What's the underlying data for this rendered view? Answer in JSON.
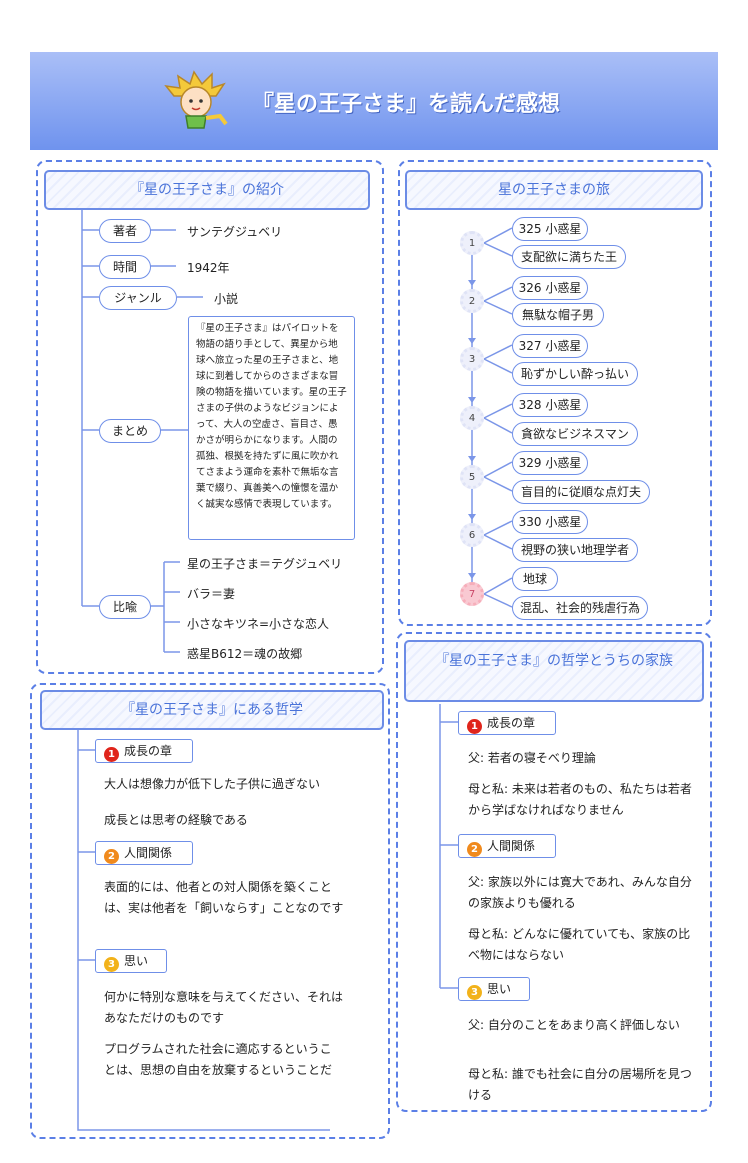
{
  "header": {
    "title": "『星の王子さま』を読んだ感想",
    "mascot": "little-prince-mascot"
  },
  "intro": {
    "title": "『星の王子さま』の紹介",
    "author": {
      "label": "著者",
      "value": "サンテグジュベリ"
    },
    "time": {
      "label": "時間",
      "value": "1942年"
    },
    "genre": {
      "label": "ジャンル",
      "value": "小説"
    },
    "summary": {
      "label": "まとめ",
      "text": "『星の王子さま』はパイロットを物語の語り手として、異星から地球へ旅立った星の王子さまと、地球に到着してからのさまざまな冒険の物語を描いています。星の王子さまの子供のようなビジョンによって、大人の空虚さ、盲目さ、愚かさが明らかになります。人間の孤独、根拠を持たずに風に吹かれてさまよう運命を素朴で無垢な言葉で綴り、真善美への憧憬を温かく誠実な感情で表現しています。"
    },
    "metaphor": {
      "label": "比喩",
      "items": [
        "星の王子さま＝テグジュベリ",
        "バラ＝妻",
        "小さなキツネ=小さな恋人",
        "惑星B612＝魂の故郷"
      ]
    }
  },
  "journey": {
    "title": "星の王子さまの旅",
    "steps": [
      {
        "n": "1",
        "planet": "325 小惑星",
        "desc": "支配欲に満ちた王"
      },
      {
        "n": "2",
        "planet": "326 小惑星",
        "desc": "無駄な帽子男"
      },
      {
        "n": "3",
        "planet": "327 小惑星",
        "desc": "恥ずかしい酔っ払い"
      },
      {
        "n": "4",
        "planet": "328 小惑星",
        "desc": "貪欲なビジネスマン"
      },
      {
        "n": "5",
        "planet": "329 小惑星",
        "desc": "盲目的に従順な点灯夫"
      },
      {
        "n": "6",
        "planet": "330 小惑星",
        "desc": "視野の狭い地理学者"
      },
      {
        "n": "7",
        "planet": "地球",
        "desc": "混乱、社会的残虐行為"
      }
    ]
  },
  "philosophy": {
    "title": "『星の王子さま』にある哲学",
    "sections": [
      {
        "badge": "1",
        "title": "成長の章",
        "items": [
          "大人は想像力が低下した子供に過ぎない",
          "成長とは思考の経験である"
        ]
      },
      {
        "badge": "2",
        "title": "人間関係",
        "items": [
          "表面的には、他者との対人関係を築くことは、実は他者を「飼いならす」ことなのです"
        ]
      },
      {
        "badge": "3",
        "title": "思い",
        "items": [
          "何かに特別な意味を与えてください、それはあなただけのものです",
          "プログラムされた社会に適応するということは、思想の自由を放棄するということだ"
        ]
      }
    ]
  },
  "family": {
    "title": "『星の王子さま』の哲学とうちの家族",
    "sections": [
      {
        "badge": "1",
        "title": "成長の章",
        "items": [
          "父: 若者の寝そべり理論",
          "母と私: 未来は若者のもの、私たちは若者から学ばなければなりません"
        ]
      },
      {
        "badge": "2",
        "title": "人間関係",
        "items": [
          "父:  家族以外には寛大であれ、みんな自分の家族よりも優れる",
          "母と私:  どんなに優れていても、家族の比べ物にはならない"
        ]
      },
      {
        "badge": "3",
        "title": "思い",
        "items": [
          "父:  自分のことをあまり高く評価しない",
          "母と私:  誰でも社会に自分の居場所を見つける"
        ]
      }
    ]
  }
}
